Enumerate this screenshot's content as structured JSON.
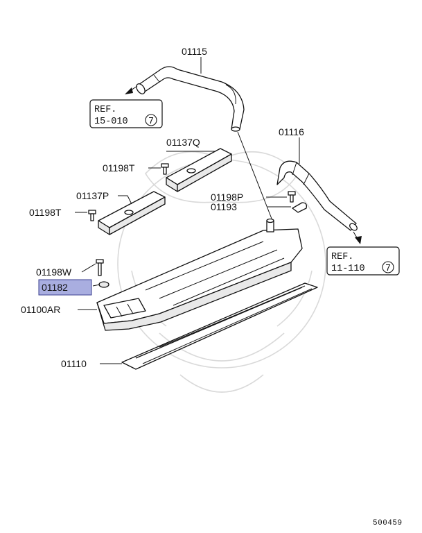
{
  "labels": {
    "hose_upper": "01115",
    "hose_right": "01116",
    "cover_q": "01137Q",
    "bolt_t_upper": "01198T",
    "cover_p": "01137P",
    "bolt_t_lower": "01198T",
    "bolt_p": "01198P",
    "clip": "01193",
    "bolt_w": "01198W",
    "seal_highlighted": "01182",
    "rocker_cover": "01100AR",
    "gasket": "01110"
  },
  "refs": {
    "ref_left": {
      "title": "REF.",
      "code": "15-010",
      "num": "7"
    },
    "ref_right": {
      "title": "REF.",
      "code": "11-110",
      "num": "7"
    }
  },
  "diagram_code": "500459",
  "colors": {
    "highlight_fill": "#a9aee0",
    "highlight_stroke": "#3a3f8f",
    "ink": "#111111",
    "watermark": "#d9d9d9"
  }
}
